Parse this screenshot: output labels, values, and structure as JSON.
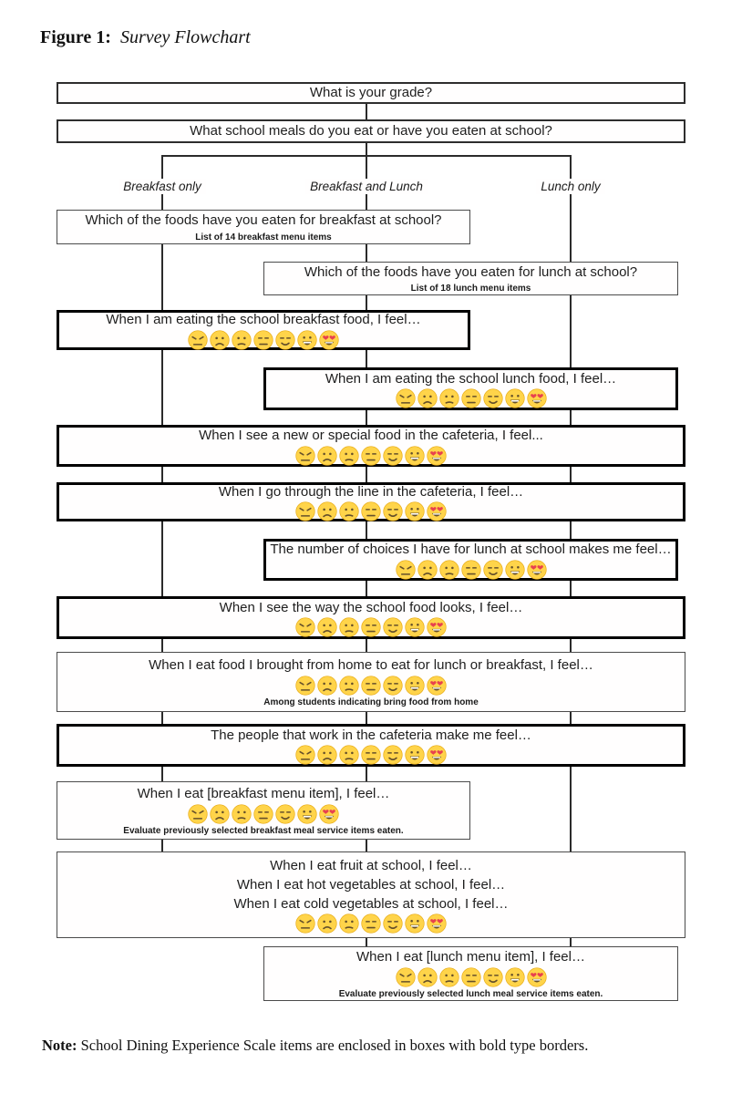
{
  "figure_label": "Figure 1:",
  "figure_title": "Survey Flowchart",
  "note_label": "Note:",
  "note_text": " School Dining Experience Scale items are enclosed in boxes with bold type borders.",
  "branches": [
    {
      "id": "breakfast-only",
      "label": "Breakfast only"
    },
    {
      "id": "breakfast-and-lunch",
      "label": "Breakfast and Lunch"
    },
    {
      "id": "lunch-only",
      "label": "Lunch only"
    }
  ],
  "emoji_scale": {
    "face_color": "#FFD44A",
    "face_outline_color": "#E9AE1B",
    "feature_color": "#65502A",
    "heart_color": "#E8424F",
    "teeth_color": "#FFFFFF",
    "faces": [
      "angry-face",
      "sad-face",
      "slightly-sad-face",
      "neutral-face",
      "slight-smile-face",
      "grinning-face",
      "heart-eyes-face"
    ]
  },
  "boxes": [
    {
      "id": "grade",
      "border": "medium",
      "emojis": false,
      "lines": [
        "What is your grade?"
      ]
    },
    {
      "id": "meals",
      "border": "medium",
      "emojis": false,
      "lines": [
        "What school meals do you eat or have you eaten at school?"
      ]
    },
    {
      "id": "breakfast-foods",
      "border": "thin",
      "emojis": false,
      "lines": [
        "Which of the foods have you eaten for breakfast at school?"
      ],
      "subtext": "List of 14 breakfast menu items"
    },
    {
      "id": "lunch-foods",
      "border": "thin",
      "emojis": false,
      "lines": [
        "Which of the foods have you eaten for lunch at school?"
      ],
      "subtext": "List of 18 lunch menu items"
    },
    {
      "id": "breakfast-feel",
      "border": "bold",
      "emojis": true,
      "lines": [
        "When I am eating the school breakfast food, I feel…"
      ]
    },
    {
      "id": "lunch-feel",
      "border": "bold",
      "emojis": true,
      "lines": [
        "When I am eating the school lunch food, I feel…"
      ]
    },
    {
      "id": "new-special-food",
      "border": "bold",
      "emojis": true,
      "lines": [
        "When I see a new or special food in the cafeteria, I feel..."
      ]
    },
    {
      "id": "go-through-line",
      "border": "bold",
      "emojis": true,
      "lines": [
        "When I go through the line in the cafeteria, I feel…"
      ]
    },
    {
      "id": "number-of-choices",
      "border": "bold",
      "emojis": true,
      "lines": [
        "The number of choices I have for lunch at school makes me feel…"
      ]
    },
    {
      "id": "food-looks",
      "border": "bold",
      "emojis": true,
      "lines": [
        "When I see the way the school food looks, I feel…"
      ]
    },
    {
      "id": "food-from-home",
      "border": "thin",
      "emojis": true,
      "lines": [
        "When I eat food I brought from home to eat for lunch or breakfast, I feel…"
      ],
      "subtext": "Among students indicating bring food from home"
    },
    {
      "id": "cafeteria-people",
      "border": "bold",
      "emojis": true,
      "lines": [
        "The  people that work in the cafeteria make me feel…"
      ]
    },
    {
      "id": "breakfast-item",
      "border": "thin",
      "emojis": true,
      "lines": [
        "When I eat [breakfast menu item], I feel…"
      ],
      "subtext": "Evaluate previously selected breakfast meal service items eaten."
    },
    {
      "id": "fruit-vegetables",
      "border": "thin",
      "emojis": true,
      "lines": [
        "When I eat fruit at school, I feel…",
        "When I eat hot vegetables at school, I feel…",
        "When I eat cold vegetables at school, I feel…"
      ]
    },
    {
      "id": "lunch-item",
      "border": "thin",
      "emojis": true,
      "lines": [
        "When I eat [lunch menu item], I feel…"
      ],
      "subtext": "Evaluate previously selected lunch meal service items eaten."
    }
  ]
}
